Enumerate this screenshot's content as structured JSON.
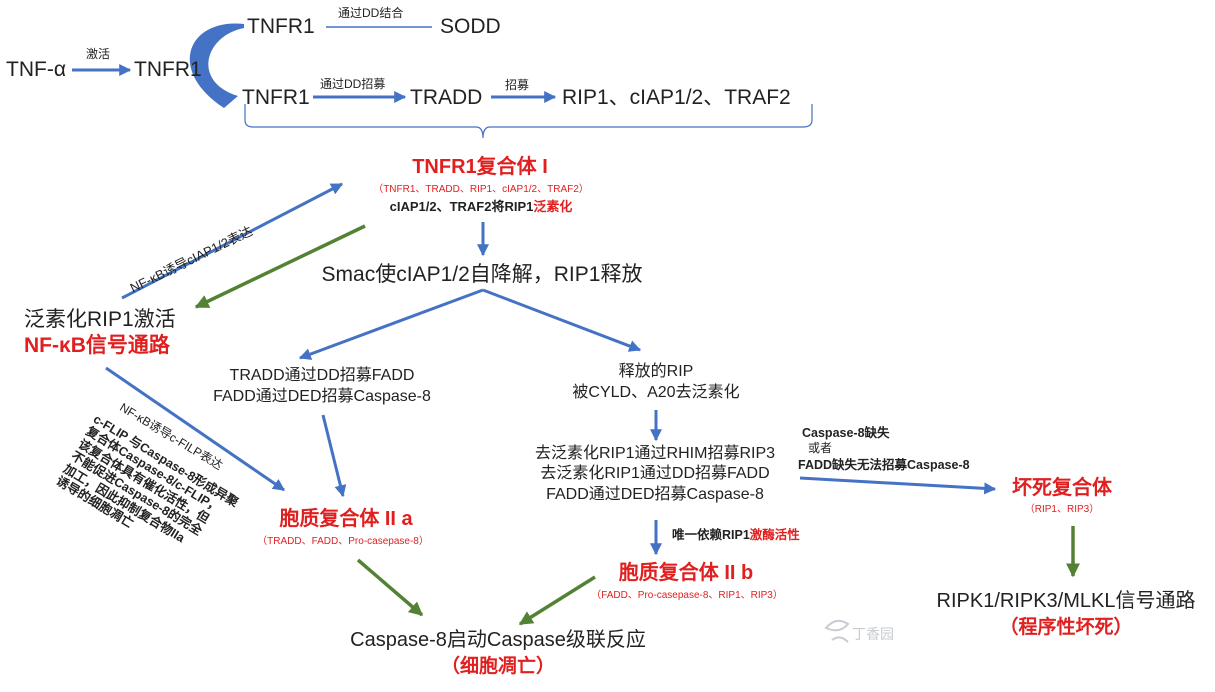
{
  "nodes": {
    "tnf_alpha": "TNF-α",
    "tnfr1_left": "TNFR1",
    "tnfr1_top": "TNFR1",
    "sodd": "SODD",
    "tnfr1_mid": "TNFR1",
    "tradd": "TRADD",
    "rip1_group": "RIP1、cIAP1/2、TRAF2",
    "complex1_title": "TNFR1复合体 I",
    "complex1_members": "（TNFR1、TRADD、RIP1、cIAP1/2、TRAF2）",
    "complex1_note_a": "cIAP1/2、TRAF2将RIP1",
    "complex1_note_b": "泛素化",
    "smac": "Smac使cIAP1/2自降解，RIP1释放",
    "ub_rip1": "泛素化RIP1激活",
    "nfkb": "NF-κB信号通路",
    "left_mid_line1": "TRADD通过DD招募FADD",
    "left_mid_line2": "FADD通过DED招募Caspase-8",
    "released_line1": "释放的RIP",
    "released_line2": "被CYLD、A20去泛素化",
    "deub_line1": "去泛素化RIP1通过RHIM招募RIP3",
    "deub_line2": "去泛素化RIP1通过DD招募FADD",
    "deub_line3": "FADD通过DED招募Caspase-8",
    "complex2a_title": "胞质复合体 II a",
    "complex2a_members": "（TRADD、FADD、Pro-casepase-8）",
    "complex2b_title": "胞质复合体 II b",
    "complex2b_members": "（FADD、Pro-casepase-8、RIP1、RIP3）",
    "necro_title": "坏死复合体",
    "necro_members": "（RIP1、RIP3）",
    "caspase_line": "Caspase-8启动Caspase级联反应",
    "apoptosis": "（细胞凋亡）",
    "mlkl_line": "RIPK1/RIPK3/MLKL信号通路",
    "necroptosis": "（程序性坏死）"
  },
  "edge_labels": {
    "activate": "激活",
    "dd_bind": "通过DD结合",
    "dd_recruit": "通过DD招募",
    "recruit": "招募",
    "nfkb_ciap": "NF-κB诱导cIAP1/2表达",
    "nfkb_cflip": "NF-κB诱导c-FILP表达",
    "kinase_a": "唯一依赖RIP1",
    "kinase_b": "激酶活性",
    "casp_missing": "Caspase-8缺失",
    "or": "或者",
    "fadd_missing": "FADD缺失无法招募Caspase-8"
  },
  "cflip_note": [
    "c-FLIP 与Caspase-8形成异聚",
    "复合体Caspase-8/c-FLIP，",
    "该复合体具有催化活性，但",
    "不能促进Caspase-8的完全",
    "加工，因此抑制复合物IIa",
    "诱导的细胞凋亡"
  ],
  "watermark": "丁香园",
  "colors": {
    "arrow_blue": "#4472c4",
    "arrow_green": "#548235",
    "highlight_red": "#e02020"
  }
}
